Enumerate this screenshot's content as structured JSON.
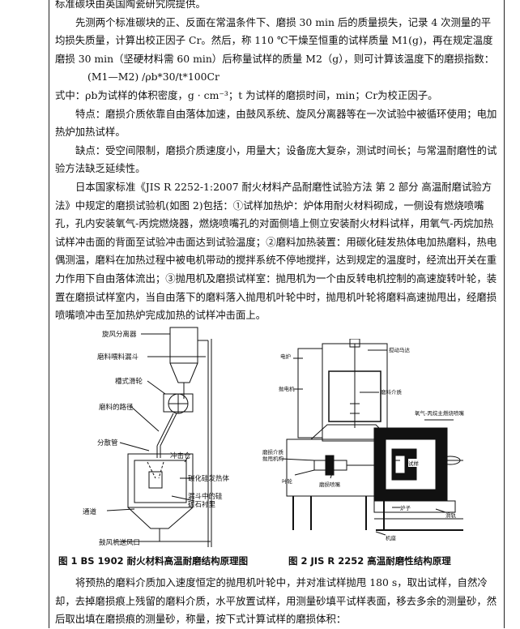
{
  "paragraphs": {
    "p0": "标准碳块由英国陶瓷研究院提供。",
    "p1": "先测两个标准碳块的正、反面在常温条件下、磨损 30 min 后的质量损失，记录 4 次测量的平均损失质量，计算出校正因子 Cr。然后，称 110 ℃干燥至恒重的试样质量 M1(g)，再在规定温度磨损 30 min（坚硬材料需 60 min）后称量试样的质量 M2（g），则可计算该温度下的磨损指数：",
    "formula": "(M1—M2) /ρb*30/t*100Cr",
    "p2": "式中：ρb为试样的体积密度，g · cm⁻³；t 为试样的磨损时间，min；Cr为校正因子。",
    "p3": "特点：磨损介质依靠自由落体加速，由鼓风系统、旋风分离器等在一次试验中被循环使用；电加热炉加热试样。",
    "p4": "缺点：受空间限制，磨损介质速度小，用量大；设备庞大复杂，测试时间长；与常温耐磨性的试验方法缺乏延续性。",
    "p5": "日本国家标准《JIS R 2252-1:2007 耐火材料产品耐磨性试验方法 第 2 部分 高温耐磨试验方法》中规定的磨损试验机(如图 2)包括：①试样加热炉：炉体用耐火材料砌成，一侧设有燃烧喷嘴孔，孔内安装氧气-丙烷燃烧器，燃烧喷嘴孔的对面侧墙上侧立安装耐火材料试样，用氧气-丙烷加热试样冲击面的背面至试验冲击面达到试验温度；②磨料加热装置：用碳化硅发热体电加热磨料，热电偶测温，磨料在加热过程中被电机带动的搅拌系统不停地搅拌，达到规定的温度时，经流出开关在重力作用下自由落体流出；③抛甩机及磨损试样室：抛甩机为一个由反转电机控制的高速旋转叶轮，装置在磨损试样室内，当自由落下的磨料落入抛甩机叶轮中时，抛甩机叶轮将磨料高速抛甩出，经磨损喷嘴喷冲击至加热炉完成加热的试样冲击面上。",
    "p6": "将预热的磨料介质加入速度恒定的抛甩机叶轮中，并对准试样抛甩 180 s，取出试样，自然冷却，去掉磨损痕上残留的磨料介质，水平放置试样，用测量砂填平试样表面，移去多余的测量砂，然后取出填在磨损痕的测量砂，称量，按下式计算试样的磨损体积："
  },
  "figure1": {
    "caption": "图 1 BS 1902 耐火材料高温耐磨结构原理图",
    "labels": {
      "cyclone": "旋风分离器",
      "hopper": "磨料喂料漏斗",
      "valve": "槽式滑轮",
      "path": "磨料的路径",
      "distributor": "分散管",
      "impact": "冲击仓",
      "sic": "碳化硅发热体",
      "sample": "漏斗中的硅\n碳石衬里",
      "channel": "通道",
      "blower": "鼓风机送风口"
    }
  },
  "figure2": {
    "caption": "图 2 JIS R 2252 高温耐磨性结构原理",
    "labels": {
      "furnace": "电炉",
      "motor": "搅动马达",
      "shaft": "抛电机",
      "media": "磨料介质",
      "burner": "氧气-丙烷主燃烧喷嘴",
      "impeller_label": "磨损介质\n抛甩机构",
      "blade": "叶轮",
      "nozzle": "磨损喷嘴",
      "sample": "试样",
      "furnace2": "炉子",
      "rail": "滑轨",
      "base": "机座"
    }
  },
  "colors": {
    "ink": "#111111",
    "frame": "#222222"
  }
}
